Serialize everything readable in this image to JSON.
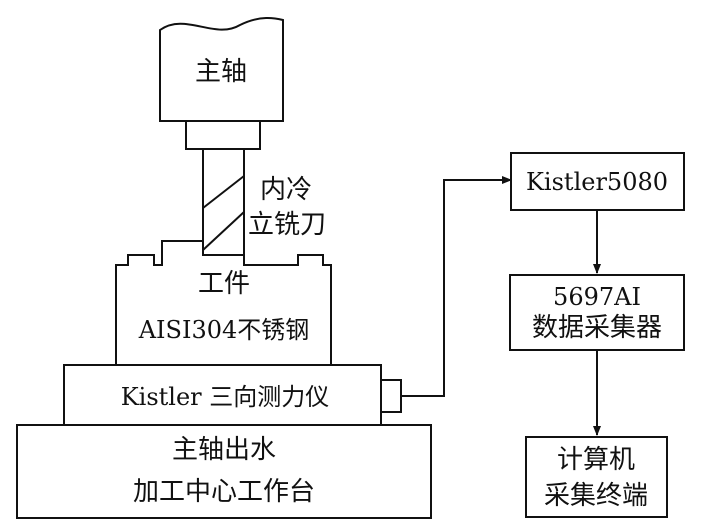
{
  "labels": {
    "spindle": "主轴",
    "tool_line1": "内冷",
    "tool_line2": "立铣刀",
    "workpiece_line1": "工件",
    "workpiece_line2": "AISI304不锈钢",
    "dynamometer": "Kistler 三向测力仪",
    "machine_line1": "主轴出水",
    "machine_line2": "加工中心工作台",
    "amplifier": "Kistler5080",
    "daq_line1": "5697AI",
    "daq_line2": "数据采集器",
    "pc_line1": "计算机",
    "pc_line2": "采集终端"
  },
  "colors": {
    "line": "#111111",
    "background": "#ffffff"
  }
}
